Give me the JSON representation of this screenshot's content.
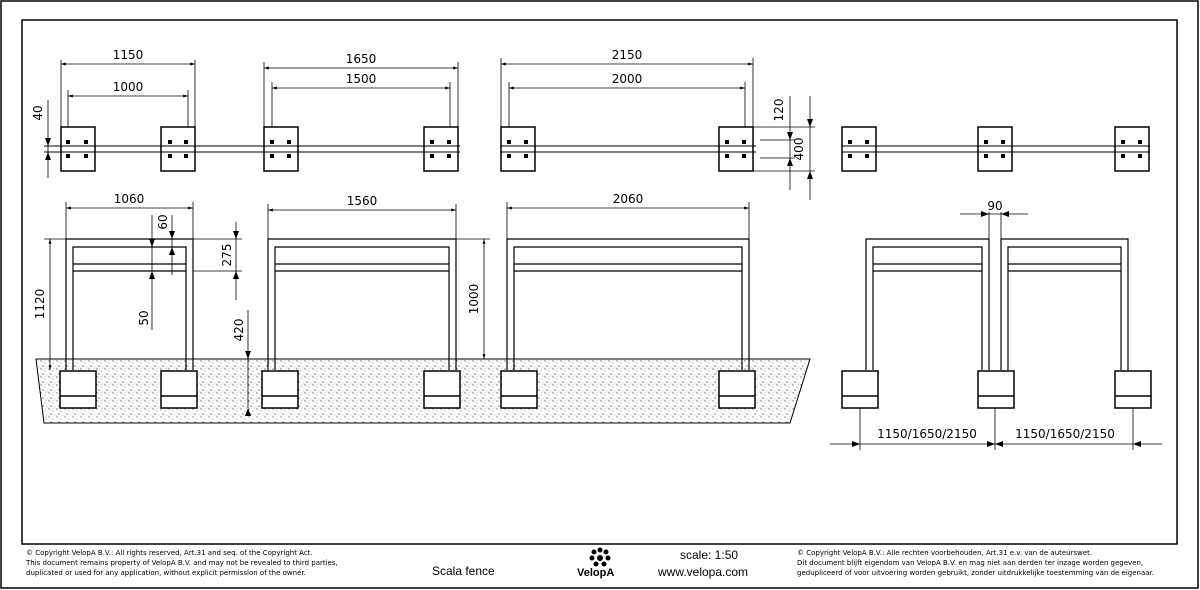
{
  "drawing": {
    "plan_widths": [
      "1150",
      "1650",
      "2150"
    ],
    "plan_inner_widths": [
      "1000",
      "1500",
      "2000"
    ],
    "plan_post_width": "40",
    "plan_side_dims": [
      "120",
      "400"
    ],
    "elev_widths": [
      "1060",
      "1560",
      "2060"
    ],
    "elev_heights": [
      "1120",
      "1000"
    ],
    "elev_top_dims": [
      "60",
      "275"
    ],
    "elev_bottom_dims": [
      "50",
      "420"
    ],
    "gap_dim": "90",
    "combined_widths": [
      "1150/1650/2150",
      "1150/1650/2150"
    ]
  },
  "footer": {
    "copyright_en": [
      "© Copyright VelopA B.V.: All rights reserved, Art.31 and seq. of the Copyright Act.",
      "This document remains property of VelopA B.V. and may not be revealed to third parties,",
      "duplicated or used for any application, without explicit permission of the owner."
    ],
    "title": "Scala fence",
    "logo_text": "VelopA",
    "scale": "scale: 1:50",
    "website": "www.velopa.com",
    "copyright_nl": [
      "© Copyright VelopA B.V.: Alle rechten voorbehouden, Art.31 e.v. van de auteurswet.",
      "Dit document blijft eigendom van VelopA B.V. en mag niet aan derden ter inzage worden gegeven,",
      "gedupliceerd of voor uitvoering worden gebruikt, zonder uitdrukkelijke toestemming van de eigenaar."
    ]
  }
}
